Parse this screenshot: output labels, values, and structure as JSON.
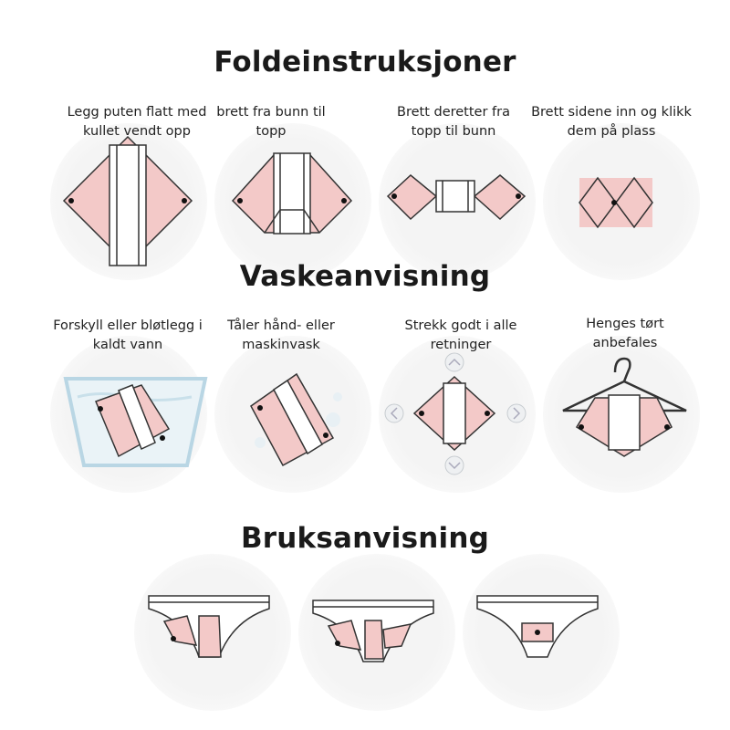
{
  "sections": [
    {
      "title": "Foldeinstruksjoner",
      "steps": [
        {
          "caption": "Legg puten flatt med kullet vendt opp"
        },
        {
          "caption": "brett fra bunn til topp"
        },
        {
          "caption": "Brett deretter fra topp til bunn"
        },
        {
          "caption": "Brett sidene inn og klikk dem på plass"
        }
      ]
    },
    {
      "title": "Vaskeanvisning",
      "steps": [
        {
          "caption": "Forskyll eller bløtlegg i kaldt vann"
        },
        {
          "caption": "Tåler hånd- eller maskinvask"
        },
        {
          "caption": "Strekk godt i alle retninger"
        },
        {
          "caption": "Henges tørt anbefales"
        }
      ]
    },
    {
      "title": "Bruksanvisning",
      "steps": [
        {},
        {},
        {}
      ]
    }
  ],
  "colors": {
    "pad_pink": "#f3c9c8",
    "outline": "#333333"
  }
}
